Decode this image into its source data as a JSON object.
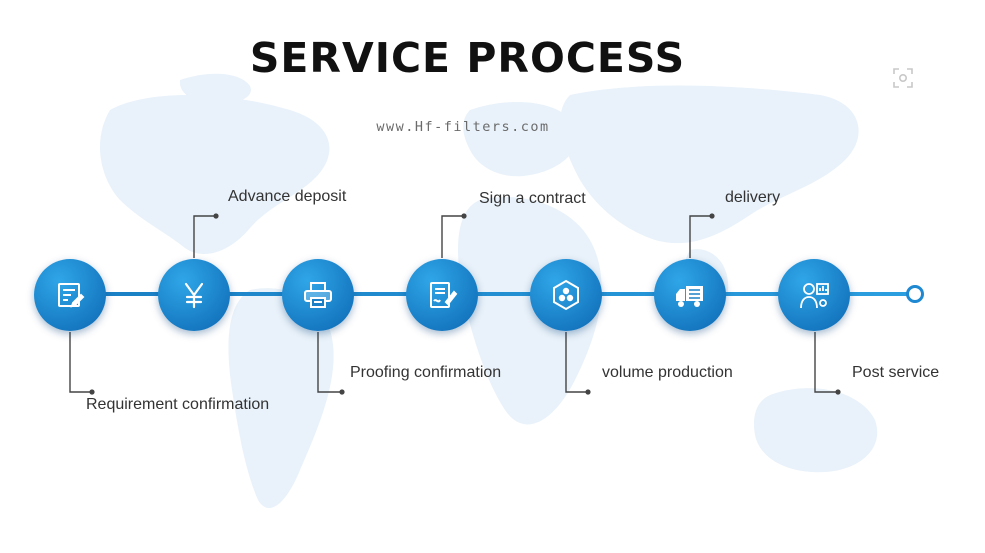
{
  "title": "SERVICE  PROCESS",
  "website": "www.Hf-filters.com",
  "colors": {
    "accent": "#1a7fc4",
    "accent_light": "#2fa6e8",
    "label": "#333333"
  },
  "steps": [
    {
      "label": "Requirement  confirmation",
      "icon": "document-edit-icon",
      "label_position": "below"
    },
    {
      "label": "Advance deposit",
      "icon": "yen-icon",
      "label_position": "above"
    },
    {
      "label": "Proofing confirmation",
      "icon": "printer-icon",
      "label_position": "below"
    },
    {
      "label": "Sign a contract",
      "icon": "contract-sign-icon",
      "label_position": "above"
    },
    {
      "label": "volume production",
      "icon": "hexagon-molecule-icon",
      "label_position": "below"
    },
    {
      "label": "delivery",
      "icon": "delivery-truck-icon",
      "label_position": "above"
    },
    {
      "label": "Post service",
      "icon": "service-agent-icon",
      "label_position": "below"
    }
  ]
}
